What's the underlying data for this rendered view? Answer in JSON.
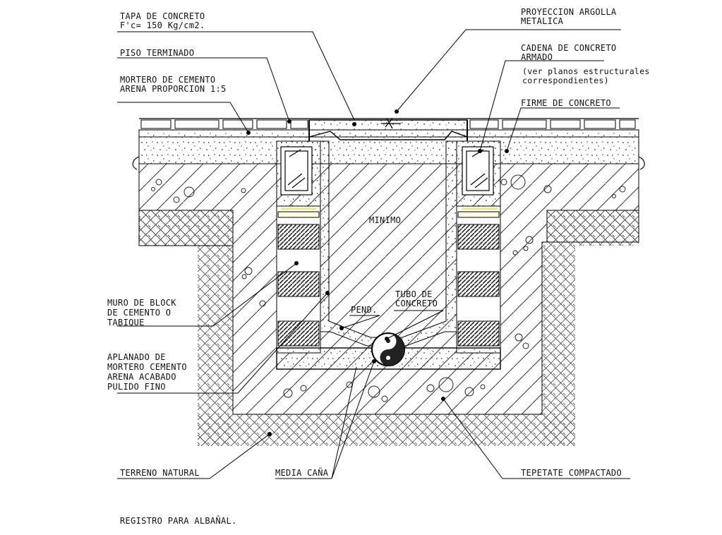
{
  "colors": {
    "line": "#000000",
    "hatch": "#555555",
    "concrete_fill": "#f4f4f4",
    "block_fill": "#505050",
    "highlight": "#e8d400"
  },
  "labels": {
    "tapa": [
      "TAPA DE CONCRETO",
      "F'c= 150 Kg/cm2."
    ],
    "proyeccion": [
      "PROYECCION ARGOLLA",
      "METALICA"
    ],
    "piso": "PISO TERMINADO",
    "cadena": [
      "CADENA DE CONCRETO",
      "ARMADO"
    ],
    "cadena_note": [
      "(ver planos estructurales",
      "correspondientes)"
    ],
    "mortero": [
      "MORTERO DE CEMENTO",
      "ARENA PROPORCION 1:5"
    ],
    "firme": "FIRME DE CONCRETO",
    "minimo": "MINIMO",
    "muro": [
      "MURO DE BLOCK",
      "DE CEMENTO O",
      "TABIQUE"
    ],
    "tubo": [
      "TUBO DE",
      "CONCRETO"
    ],
    "pend": "PEND.",
    "aplanado": [
      "APLANADO DE",
      "MORTERO CEMENTO",
      "ARENA ACABADO",
      "PULIDO FINO"
    ],
    "terreno": "TERRENO NATURAL",
    "media_cana": "MEDIA CAÑA",
    "tepetate": "TEPETATE COMPACTADO",
    "title": "REGISTRO PARA ALBAÑAL."
  }
}
